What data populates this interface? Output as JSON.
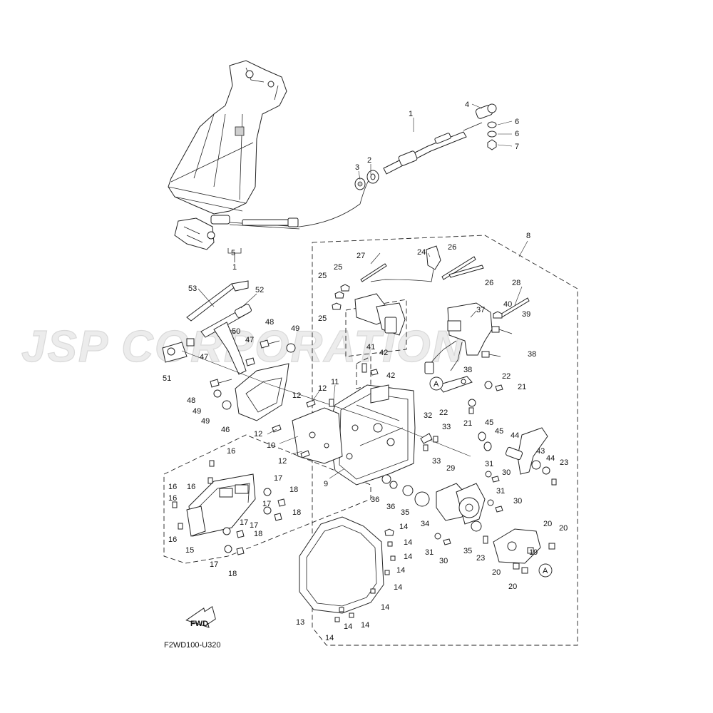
{
  "watermark": "JSP CORPORATION",
  "diagram_code": "F2WD100-U320",
  "fwd_arrow": "FWD",
  "callout_circle": "A",
  "callouts": [
    {
      "id": "1a",
      "text": "1"
    },
    {
      "id": "2",
      "text": "2"
    },
    {
      "id": "3",
      "text": "3"
    },
    {
      "id": "4",
      "text": "4"
    },
    {
      "id": "5",
      "text": "5"
    },
    {
      "id": "5b",
      "text": "1"
    },
    {
      "id": "6a",
      "text": "6"
    },
    {
      "id": "6b",
      "text": "6"
    },
    {
      "id": "7",
      "text": "7"
    },
    {
      "id": "8",
      "text": "8"
    },
    {
      "id": "9",
      "text": "9"
    },
    {
      "id": "10",
      "text": "10"
    },
    {
      "id": "11",
      "text": "11"
    },
    {
      "id": "12a",
      "text": "12"
    },
    {
      "id": "12b",
      "text": "12"
    },
    {
      "id": "12c",
      "text": "12"
    },
    {
      "id": "12d",
      "text": "12"
    },
    {
      "id": "13",
      "text": "13"
    },
    {
      "id": "14a",
      "text": "14"
    },
    {
      "id": "14b",
      "text": "14"
    },
    {
      "id": "14c",
      "text": "14"
    },
    {
      "id": "14d",
      "text": "14"
    },
    {
      "id": "14e",
      "text": "14"
    },
    {
      "id": "14f",
      "text": "14"
    },
    {
      "id": "14g",
      "text": "14"
    },
    {
      "id": "14h",
      "text": "14"
    },
    {
      "id": "14i",
      "text": "14"
    },
    {
      "id": "15",
      "text": "15"
    },
    {
      "id": "16a",
      "text": "16"
    },
    {
      "id": "16b",
      "text": "16"
    },
    {
      "id": "16c",
      "text": "16"
    },
    {
      "id": "16d",
      "text": "16"
    },
    {
      "id": "16e",
      "text": "16"
    },
    {
      "id": "17a",
      "text": "17"
    },
    {
      "id": "17b",
      "text": "17"
    },
    {
      "id": "17c",
      "text": "17"
    },
    {
      "id": "17d",
      "text": "17"
    },
    {
      "id": "17e",
      "text": "17"
    },
    {
      "id": "18a",
      "text": "18"
    },
    {
      "id": "18b",
      "text": "18"
    },
    {
      "id": "18c",
      "text": "18"
    },
    {
      "id": "18d",
      "text": "18"
    },
    {
      "id": "19",
      "text": "19"
    },
    {
      "id": "20a",
      "text": "20"
    },
    {
      "id": "20b",
      "text": "20"
    },
    {
      "id": "20c",
      "text": "20"
    },
    {
      "id": "20d",
      "text": "20"
    },
    {
      "id": "21a",
      "text": "21"
    },
    {
      "id": "21b",
      "text": "21"
    },
    {
      "id": "22a",
      "text": "22"
    },
    {
      "id": "22b",
      "text": "22"
    },
    {
      "id": "23a",
      "text": "23"
    },
    {
      "id": "23b",
      "text": "23"
    },
    {
      "id": "24",
      "text": "24"
    },
    {
      "id": "25a",
      "text": "25"
    },
    {
      "id": "25b",
      "text": "25"
    },
    {
      "id": "25c",
      "text": "25"
    },
    {
      "id": "26a",
      "text": "26"
    },
    {
      "id": "26b",
      "text": "26"
    },
    {
      "id": "27",
      "text": "27"
    },
    {
      "id": "28",
      "text": "28"
    },
    {
      "id": "29",
      "text": "29"
    },
    {
      "id": "30a",
      "text": "30"
    },
    {
      "id": "30b",
      "text": "30"
    },
    {
      "id": "30c",
      "text": "30"
    },
    {
      "id": "31a",
      "text": "31"
    },
    {
      "id": "31b",
      "text": "31"
    },
    {
      "id": "31c",
      "text": "31"
    },
    {
      "id": "32",
      "text": "32"
    },
    {
      "id": "33a",
      "text": "33"
    },
    {
      "id": "33b",
      "text": "33"
    },
    {
      "id": "34",
      "text": "34"
    },
    {
      "id": "35a",
      "text": "35"
    },
    {
      "id": "35b",
      "text": "35"
    },
    {
      "id": "36a",
      "text": "36"
    },
    {
      "id": "36b",
      "text": "36"
    },
    {
      "id": "37",
      "text": "37"
    },
    {
      "id": "38a",
      "text": "38"
    },
    {
      "id": "38b",
      "text": "38"
    },
    {
      "id": "39",
      "text": "39"
    },
    {
      "id": "40",
      "text": "40"
    },
    {
      "id": "41",
      "text": "41"
    },
    {
      "id": "42a",
      "text": "42"
    },
    {
      "id": "42b",
      "text": "42"
    },
    {
      "id": "43",
      "text": "43"
    },
    {
      "id": "44a",
      "text": "44"
    },
    {
      "id": "44b",
      "text": "44"
    },
    {
      "id": "45a",
      "text": "45"
    },
    {
      "id": "45b",
      "text": "45"
    },
    {
      "id": "46",
      "text": "46"
    },
    {
      "id": "47a",
      "text": "47"
    },
    {
      "id": "47b",
      "text": "47"
    },
    {
      "id": "48a",
      "text": "48"
    },
    {
      "id": "48b",
      "text": "48"
    },
    {
      "id": "49a",
      "text": "49"
    },
    {
      "id": "49b",
      "text": "49"
    },
    {
      "id": "49c",
      "text": "49"
    },
    {
      "id": "50",
      "text": "50"
    },
    {
      "id": "51",
      "text": "51"
    },
    {
      "id": "52",
      "text": "52"
    },
    {
      "id": "53",
      "text": "53"
    }
  ]
}
